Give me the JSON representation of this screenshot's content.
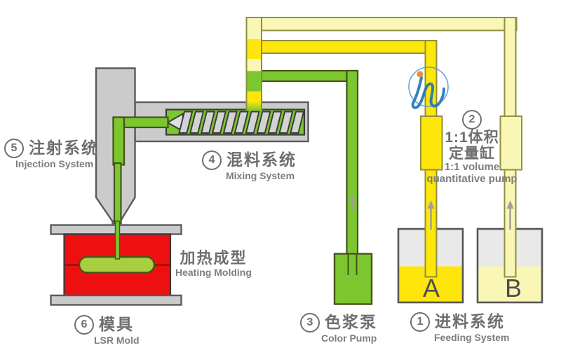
{
  "title": "LSR injection molding system diagram",
  "colors": {
    "yellow": "#FFE60A",
    "paleYellow": "#F9F6B6",
    "green": "#7CC62F",
    "capsule": "#A9CE3F",
    "red": "#EE1010",
    "gray": "#CBCBCB",
    "lightgray": "#E9E9E9",
    "outlineGray": "#5A5A5A",
    "outlineYellow": "#8F8F3F",
    "outlineGreen": "#45541A",
    "dark": "#3A3A3A",
    "text": "#6F6F6F",
    "arrow": "#A0A0A0",
    "logoBlue": "#2077B8",
    "logoRing": "#5B9BD5",
    "logoOrange": "#E2892A"
  },
  "icons": {
    "logo": "brand-watermark-swirl",
    "flow_arrow": "flow-up-arrow"
  },
  "labels": {
    "injection": {
      "num": "5",
      "zh": "注射系统",
      "en": "Injection System"
    },
    "mixing": {
      "num": "4",
      "zh": "混料系统",
      "en": "Mixing System"
    },
    "mold": {
      "num": "6",
      "zh": "模具",
      "en": "LSR Mold"
    },
    "heating": {
      "zh": "加热成型",
      "en": "Heating Molding"
    },
    "color_pump": {
      "num": "3",
      "zh": "色浆泵",
      "en": "Color Pump"
    },
    "feeding": {
      "num": "1",
      "zh": "进料系统",
      "en": "Feeding System"
    },
    "metering": {
      "num": "2",
      "zh_line1": "1:1体积",
      "zh_line2": "定量缸",
      "en_line1": "1:1 volume",
      "en_line2": "quantitative pump"
    },
    "tank_a": "A",
    "tank_b": "B"
  }
}
